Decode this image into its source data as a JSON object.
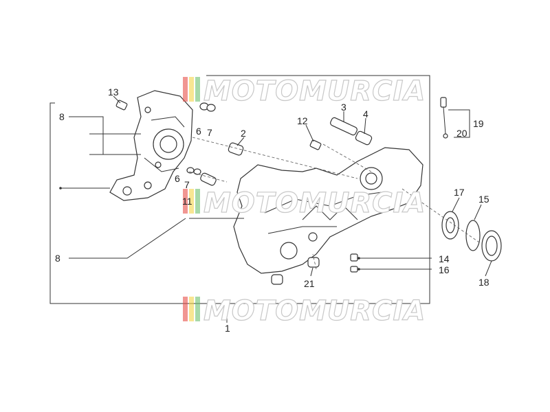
{
  "watermark": {
    "text": "MOTOMURCIA"
  },
  "callouts": [
    {
      "id": "c13",
      "text": "13"
    },
    {
      "id": "c8a",
      "text": "8"
    },
    {
      "id": "c6a",
      "text": "6"
    },
    {
      "id": "c7a",
      "text": "7"
    },
    {
      "id": "c2",
      "text": "2"
    },
    {
      "id": "c3",
      "text": "3"
    },
    {
      "id": "c4",
      "text": "4"
    },
    {
      "id": "c12",
      "text": "12"
    },
    {
      "id": "c19",
      "text": "19"
    },
    {
      "id": "c20",
      "text": "20"
    },
    {
      "id": "c6b",
      "text": "6"
    },
    {
      "id": "c7b",
      "text": "7"
    },
    {
      "id": "c11",
      "text": "11"
    },
    {
      "id": "c17",
      "text": "17"
    },
    {
      "id": "c15",
      "text": "15"
    },
    {
      "id": "c8b",
      "text": "8"
    },
    {
      "id": "c14",
      "text": "14"
    },
    {
      "id": "c16",
      "text": "16"
    },
    {
      "id": "c21",
      "text": "21"
    },
    {
      "id": "c18",
      "text": "18"
    },
    {
      "id": "c1",
      "text": "1"
    }
  ],
  "colors": {
    "watermark_red": "#e8504a",
    "watermark_yellow": "#f3d64a",
    "watermark_green": "#6cc070",
    "line": "#333333"
  }
}
